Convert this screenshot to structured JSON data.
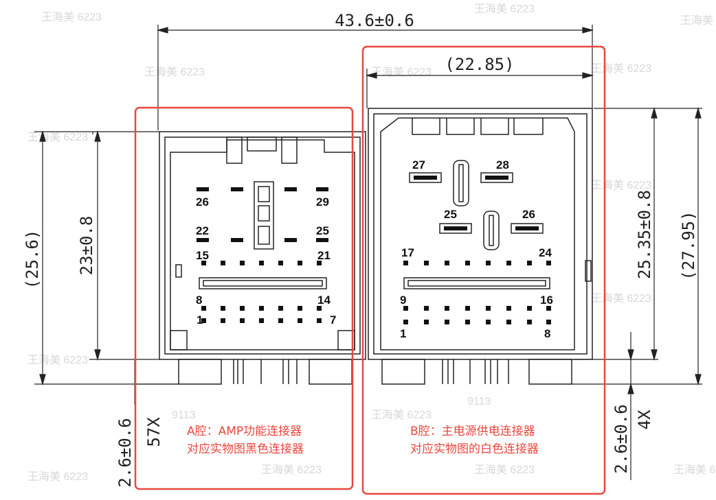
{
  "dimensions": {
    "overall_width": "43.6±0.6",
    "b_width": "(22.85)",
    "left_outer_height": "(25.6)",
    "left_body_height": "23±0.8",
    "right_body_height": "25.35±0.8",
    "right_outer_height": "(27.95)",
    "pin_length_left": "2.6±0.6",
    "pin_count_left": "57X",
    "pin_length_right": "2.6±0.6",
    "pin_count_right": "4X"
  },
  "cavity_a": {
    "pins": {
      "p26": "26",
      "p29": "29",
      "p22": "22",
      "p25": "25",
      "p15": "15",
      "p21": "21",
      "p8": "8",
      "p14": "14",
      "p1": "1",
      "p7": "7"
    },
    "caption_line1": "A腔：AMP功能连接器",
    "caption_line2": "对应实物图黑色连接器"
  },
  "cavity_b": {
    "pins": {
      "p27": "27",
      "p28": "28",
      "p25": "25",
      "p26": "26",
      "p17": "17",
      "p24": "24",
      "p9": "9",
      "p16": "16",
      "p1": "1",
      "p8": "8"
    },
    "caption_line1": "B腔：主电源供电连接器",
    "caption_line2": "对应实物图的白色连接器"
  },
  "watermark": {
    "text": "王海美 6223",
    "number": "9113"
  },
  "colors": {
    "highlight": "#e8473f",
    "line": "#222222"
  }
}
